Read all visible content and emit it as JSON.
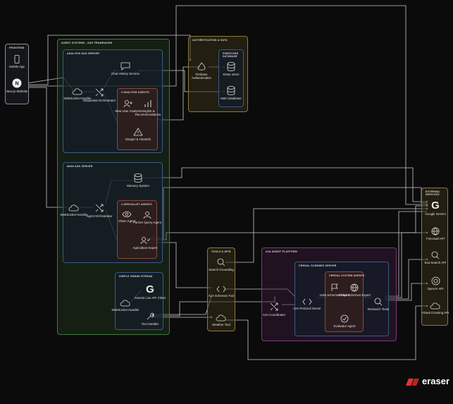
{
  "groups": {
    "frontend": "FRONTEND",
    "agent_systems": "AGENT SYSTEMS - ADK FRAMEWORK",
    "analysis_adk": "ANALYSIS ADK SERVER",
    "analysis_agents": "3 ANALYSIS AGENTS",
    "main_adk": "MAIN ADK SERVER",
    "specialist_agents": "4 SPECIALIST AGENTS",
    "simple_gemini": "SIMPLE GEMINI STREAM",
    "auth_data": "AUTHENTICATION & DATA",
    "firestore": "FIRESTORE DATABASE",
    "tools_apis": "TOOLS & APIS",
    "a2a_platform": "A2A AGENT PLATFORM",
    "credal_server": "CREDAL SCHEMES SERVER",
    "credal_agents": "CREDAL SYSTEM AGENTS",
    "external": "EXTERNAL SERVICES"
  },
  "nodes": {
    "mobile_app": "Mobile App",
    "nextjs": "Next.js Website",
    "ws_handler_1": "WebSocket Handler",
    "seq_orch": "Sequential Orchestrator",
    "chat_history": "Chat History Service",
    "new_user": "New User Analyzer",
    "insights": "Insights & Recommendations",
    "danger": "Danger & Hazards",
    "ws_handler_2": "WebSocket Handler",
    "agent_orch": "Agent Orchestrator",
    "memory": "Memory System",
    "vision": "Vision Agent",
    "farmer": "Farmer Query Agent",
    "agri": "Agriculture Expert",
    "ws_handler_3": "WebSocket Handler",
    "gemini_live": "Gemini Live API Client",
    "tool_handler": "Tool Handler",
    "firebase_auth": "Firebase Authentication",
    "kisan_users": "Kisan users",
    "main_db": "Main Database",
    "search_grounding": "Search Grounding",
    "a2a_tool": "A2A Schemes Tool",
    "weather_tool": "Weather Tool",
    "a2a_coord": "A2A Coordinator",
    "a2a_protocol": "A2A Protocol Server",
    "india_schemes": "India Schemes Expert",
    "global_schemes": "Global Schemes Expert",
    "evaluator": "Evaluator Agent",
    "research_tools": "Research Tools",
    "google_gemini": "Google Gemini",
    "firecrawl": "Firecrawl API",
    "exa": "Exa Search API",
    "openai": "OpenAI API",
    "visual_crossing": "Visual Crossing API"
  },
  "brand": "eraser",
  "colors": {
    "frontend": "#8a8f98",
    "agent_systems": "#3f7a3a",
    "adk_server": "#3b5a86",
    "agents": "#8a4a3a",
    "auth": "#8a7a3a",
    "tools": "#8a7a3a",
    "a2a": "#7a3a7a",
    "credal": "#3b5a86",
    "external": "#8a7a3a",
    "wire": "#c9c9c9",
    "brand_red": "#e6332a"
  }
}
